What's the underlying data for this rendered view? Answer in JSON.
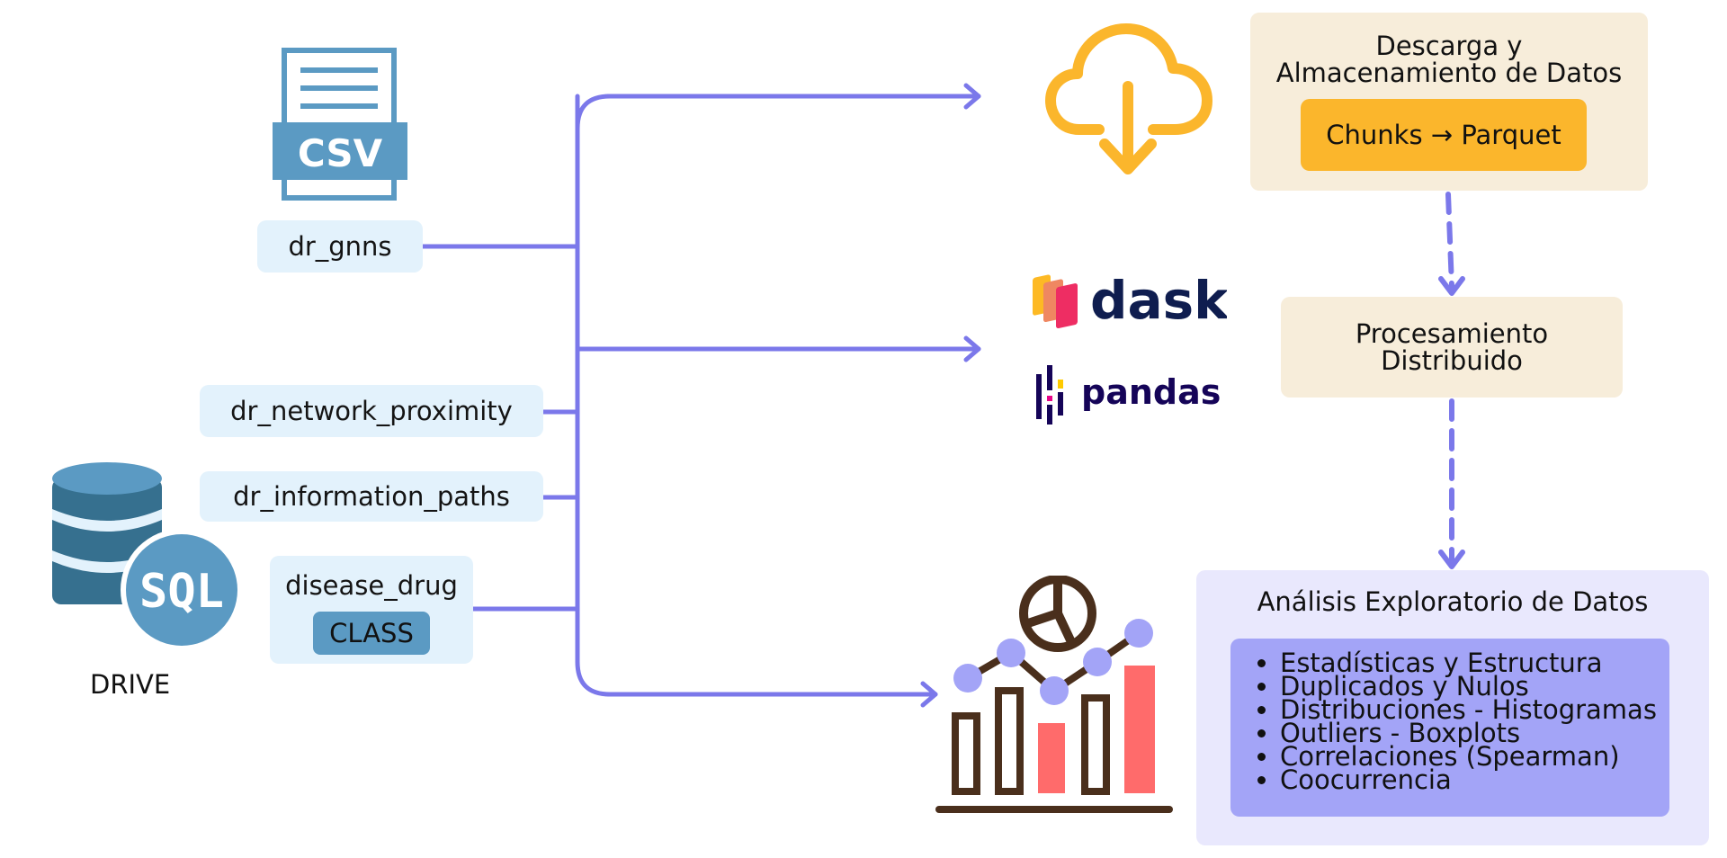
{
  "colors": {
    "connector": "#7b78ea",
    "csv_blue": "#5b9ac3",
    "sql_blue": "#5b9ac3",
    "sql_dark": "#36708f",
    "cloud_orange": "#fbb62c",
    "beige_panel": "#f7edda",
    "lavender_panel": "#e9e8fd",
    "lavender_inner": "#a3a4f7",
    "source_box": "#e3f2fc",
    "chart_brown": "#4a2f1c",
    "chart_red": "#ff6b6b",
    "chart_dot": "#a3a4f7",
    "dask_navy": "#0f1d4f",
    "pandas_navy": "#150458"
  },
  "icons": {
    "csv": "csv-file-icon",
    "sql": "sql-database-icon",
    "cloud": "cloud-download-icon",
    "chart": "analytics-chart-icon"
  },
  "sources": {
    "csv_icon_label": "CSV",
    "dr_gnns": "dr_gnns",
    "dr_network_proximity": "dr_network_proximity",
    "dr_information_paths": "dr_information_paths",
    "disease_drug": "disease_drug",
    "class_badge": "CLASS",
    "sql_icon_label": "SQL",
    "drive_label": "DRIVE"
  },
  "logos": {
    "dask": "dask",
    "pandas": "pandas"
  },
  "download_panel": {
    "title_line1": "Descarga y",
    "title_line2": "Almacenamiento de Datos",
    "chip": "Chunks → Parquet"
  },
  "processing_panel": {
    "title_line1": "Procesamiento",
    "title_line2": "Distribuido"
  },
  "eda_panel": {
    "title": "Análisis Exploratorio de Datos",
    "items": [
      "Estadísticas y Estructura",
      "Duplicados y Nulos",
      "Distribuciones - Histogramas",
      "Outliers - Boxplots",
      "Correlaciones (Spearman)",
      "Coocurrencia"
    ]
  }
}
